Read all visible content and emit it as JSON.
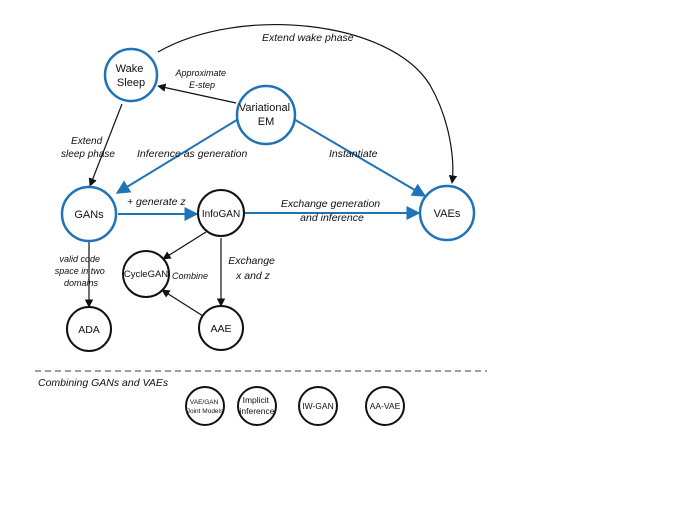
{
  "colors": {
    "blue": "#1f73b7",
    "black": "#111111"
  },
  "nodes": {
    "wake_sleep": [
      "Wake",
      "Sleep"
    ],
    "variational_em": [
      "Variational",
      "EM"
    ],
    "gans": "GANs",
    "infogan": "InfoGAN",
    "vaes": "VAEs",
    "cyclegan": "CycleGAN",
    "ada": "ADA",
    "aae": "AAE"
  },
  "edges": {
    "extend_wake_phase": "Extend wake phase",
    "approximate_estep": [
      "Approximate",
      "E-step"
    ],
    "extend_sleep_phase": [
      "Extend",
      "sleep phase"
    ],
    "inference_as_generation": "Inference as generation",
    "instantiate": "Instantiate",
    "generate_z": "+ generate z",
    "exchange_gen_inf": [
      "Exchange generation",
      "and inference"
    ],
    "exchange_x_z": [
      "Exchange",
      "x and z"
    ],
    "combine": "Combine",
    "valid_code_space": [
      "valid code",
      "space in two",
      "domains"
    ]
  },
  "footer": {
    "title": "Combining GANs and VAEs",
    "items": [
      [
        "VAE/GAN",
        "Joint Models"
      ],
      [
        "Implicit",
        "inference"
      ],
      [
        "IW-GAN"
      ],
      [
        "AA-VAE"
      ]
    ]
  }
}
